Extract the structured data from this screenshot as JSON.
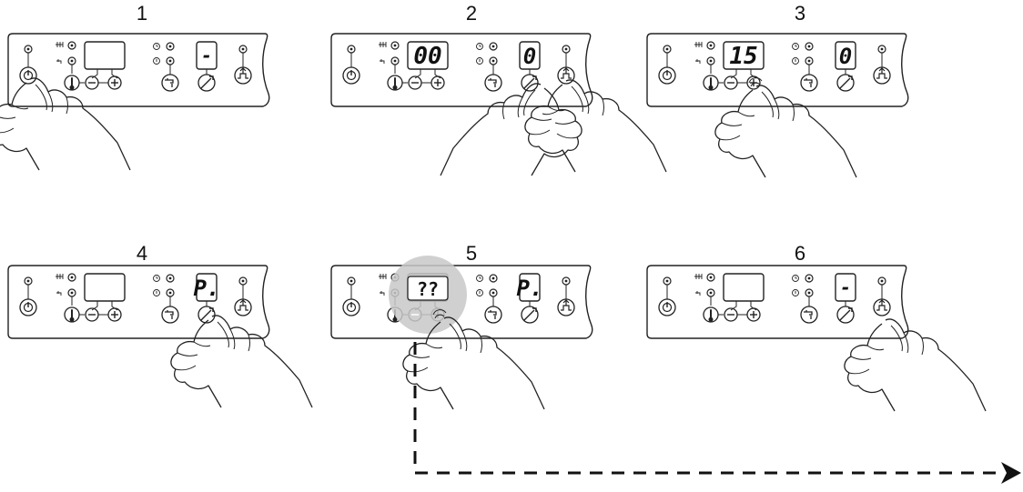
{
  "steps": [
    {
      "number": "1",
      "left_display": "",
      "right_display": "-",
      "hand": "power"
    },
    {
      "number": "2",
      "left_display": "00",
      "right_display": "0",
      "hand": "tool-and-reset"
    },
    {
      "number": "3",
      "left_display": "15",
      "right_display": "0",
      "hand": "plus"
    },
    {
      "number": "4",
      "left_display": "",
      "right_display": "P.",
      "hand": "tool"
    },
    {
      "number": "5",
      "left_display": "??",
      "right_display": "P.",
      "hand": "plus",
      "highlight": true
    },
    {
      "number": "6",
      "left_display": "",
      "right_display": "-",
      "hand": "reset"
    }
  ],
  "icons": {
    "power": "power-icon",
    "thermometer": "thermometer-icon",
    "minus": "minus-icon",
    "plus": "plus-icon",
    "tap": "tap-icon",
    "tool": "wrench-icon",
    "reset": "reset-icon",
    "radiator": "radiator-icon",
    "clock": "clock-icon",
    "hand": "hand-icon"
  },
  "colors": {
    "line": "#222222",
    "highlight": "#c8c8c8",
    "background": "#ffffff"
  }
}
